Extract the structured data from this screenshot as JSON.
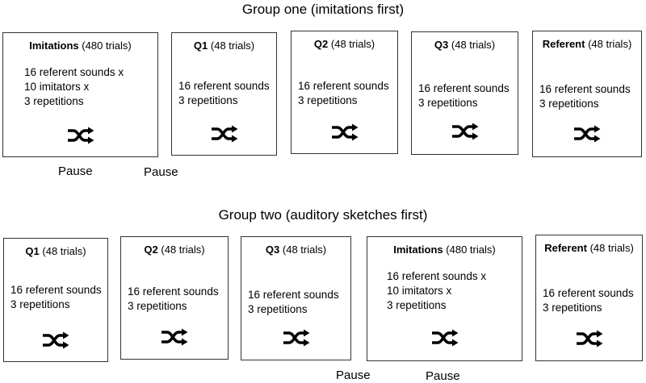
{
  "groups": [
    {
      "title": "Group one (imitations first)",
      "blocks": [
        {
          "name": "Imitations",
          "count": "(480 trials)",
          "lines": [
            "16 referent sounds x",
            "10 imitators x",
            "3 repetitions"
          ],
          "icon": "shuffle-icon"
        },
        {
          "name": "Q1",
          "count": "(48 trials)",
          "lines": [
            "16 referent sounds",
            "3 repetitions"
          ],
          "icon": "shuffle-icon"
        },
        {
          "name": "Q2",
          "count": "(48 trials)",
          "lines": [
            "16 referent sounds",
            "3 repetitions"
          ],
          "icon": "shuffle-icon"
        },
        {
          "name": "Q3",
          "count": "(48 trials)",
          "lines": [
            "16 referent sounds",
            "3 repetitions"
          ],
          "icon": "shuffle-icon"
        },
        {
          "name": "Referent",
          "count": "(48 trials)",
          "lines": [
            "16 referent sounds",
            "3 repetitions"
          ],
          "icon": "shuffle-icon"
        }
      ],
      "pauses": [
        "Pause",
        "Pause"
      ]
    },
    {
      "title": "Group two (auditory sketches first)",
      "blocks": [
        {
          "name": "Q1",
          "count": "(48 trials)",
          "lines": [
            "16 referent sounds",
            "3 repetitions"
          ],
          "icon": "shuffle-icon"
        },
        {
          "name": "Q2",
          "count": "(48 trials)",
          "lines": [
            "16 referent sounds",
            "3 repetitions"
          ],
          "icon": "shuffle-icon"
        },
        {
          "name": "Q3",
          "count": "(48 trials)",
          "lines": [
            "16 referent sounds",
            "3 repetitions"
          ],
          "icon": "shuffle-icon"
        },
        {
          "name": "Imitations",
          "count": "(480 trials)",
          "lines": [
            "16 referent sounds x",
            "10 imitators x",
            "3 repetitions"
          ],
          "icon": "shuffle-icon"
        },
        {
          "name": "Referent",
          "count": "(48 trials)",
          "lines": [
            "16 referent sounds",
            "3 repetitions"
          ],
          "icon": "shuffle-icon"
        }
      ],
      "pauses": [
        "Pause",
        "Pause"
      ]
    }
  ]
}
